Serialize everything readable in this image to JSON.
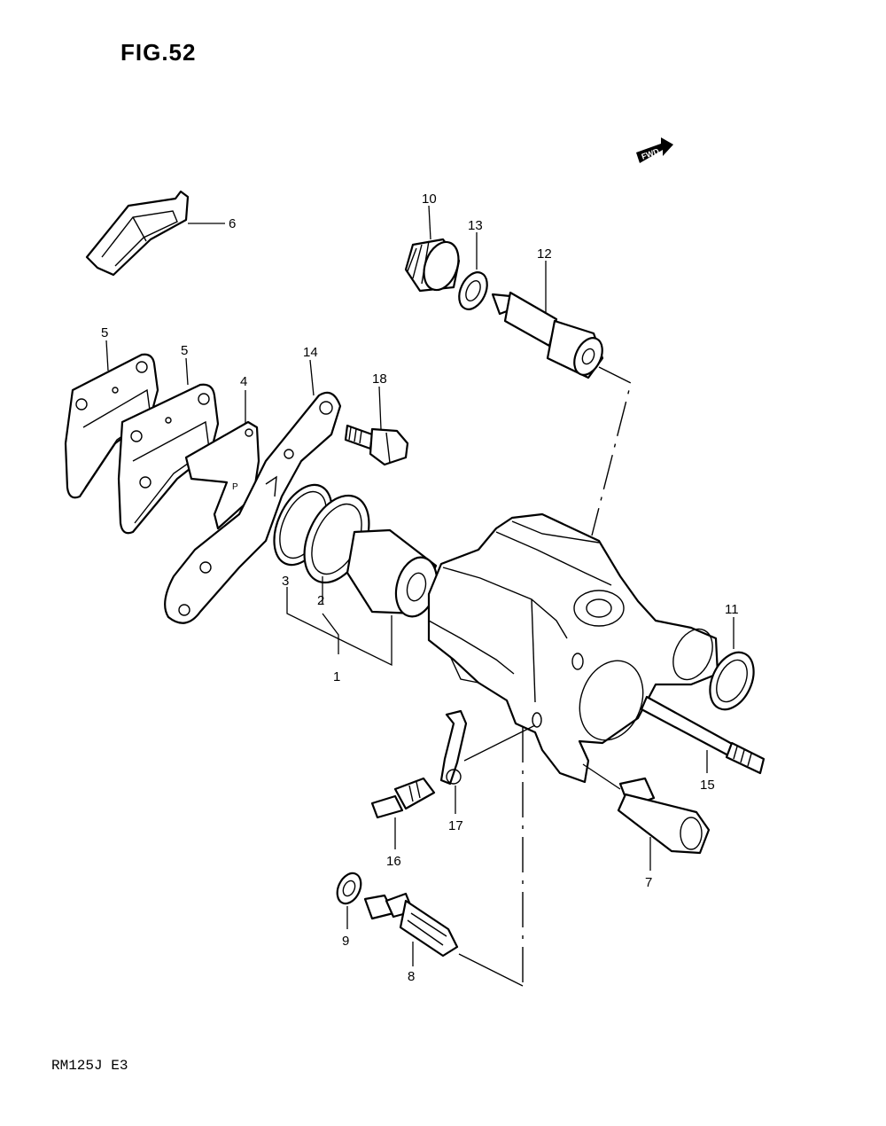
{
  "figure": {
    "title": "FIG.52",
    "model": "RM125J  E3"
  },
  "fwd_label": "FWD",
  "callouts": {
    "c1": "1",
    "c2": "2",
    "c3": "3",
    "c4": "4",
    "c5a": "5",
    "c5b": "5",
    "c6": "6",
    "c7": "7",
    "c8": "8",
    "c9": "9",
    "c10": "10",
    "c11": "11",
    "c12": "12",
    "c13": "13",
    "c14": "14",
    "c15": "15",
    "c16": "16",
    "c17": "17",
    "c18": "18"
  }
}
